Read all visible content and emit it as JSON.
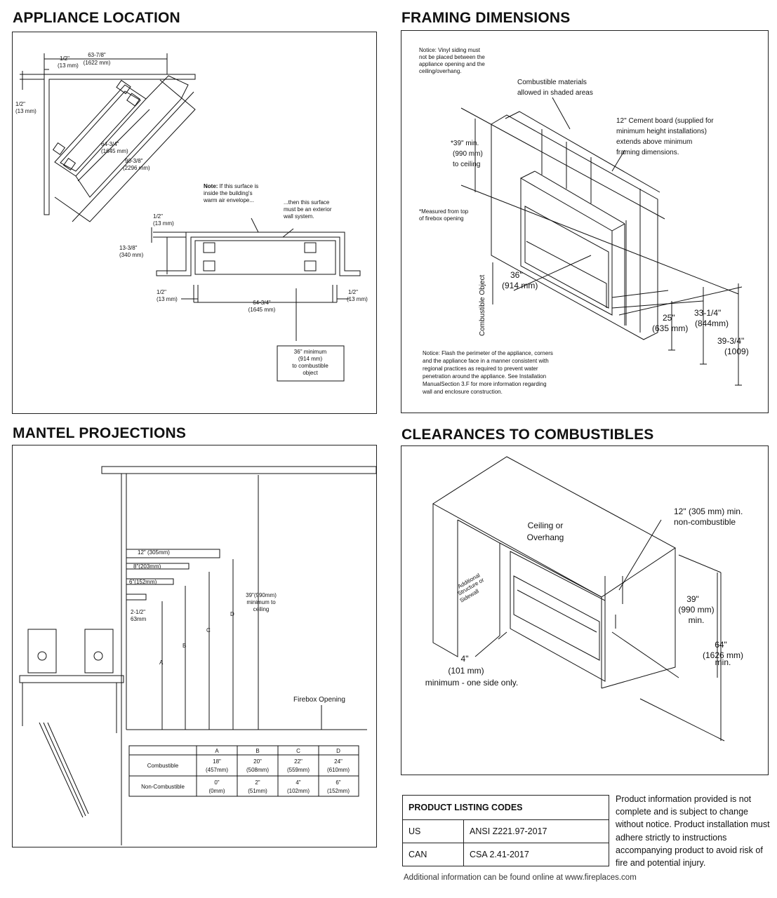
{
  "sections": {
    "appliance_location": "APPLIANCE LOCATION",
    "framing_dimensions": "FRAMING DIMENSIONS",
    "mantel_projections": "MANTEL PROJECTIONS",
    "clearances": "CLEARANCES TO COMBUSTIBLES"
  },
  "appliance": {
    "d_63": "63-7/8\"",
    "d_63_mm": "(1622 mm)",
    "d_half_top": "1/2\"",
    "d_half_top_mm": "(13 mm)",
    "d_half_left": "1/2\"",
    "d_half_left_mm": "(13 mm)",
    "d_64": "64-3/4\"",
    "d_64_mm": "(1645 mm)",
    "d_90": "90-3/8\"",
    "d_90_mm": "(2296 mm)",
    "note_bold": "Note:",
    "note_l1": " If this surface is",
    "note_l2": "inside the building's",
    "note_l3": "warm air envelope...",
    "then_l1": "...then this surface",
    "then_l2": "must be an exterior",
    "then_l3": "wall system.",
    "d_half_a": "1/2\"",
    "d_half_a_mm": "(13 mm)",
    "d_13": "13-3/8\"",
    "d_13_mm": "(340 mm)",
    "d_half_b": "1/2\"",
    "d_half_b_mm": "(13 mm)",
    "d_64b": "64-3/4\"",
    "d_64b_mm": "(1645 mm)",
    "d_half_c": "1/2\"",
    "d_half_c_mm": "(13 mm)",
    "box_l1": "36\" minimum",
    "box_l2": "(914 mm)",
    "box_l3": "to combustible",
    "box_l4": "object"
  },
  "framing": {
    "vinyl_l1": "Notice: Vinyl siding must",
    "vinyl_l2": "not be placed between the",
    "vinyl_l3": "appliance opening and the",
    "vinyl_l4": "ceiling/overhang.",
    "comb_l1": "Combustible materials",
    "comb_l2": "allowed in shaded areas",
    "cement_l1": "12\" Cement board (supplied for",
    "cement_l2": "minimum height installations)",
    "cement_l3": "extends above minimum",
    "cement_l4": "framing dimensions.",
    "min39_l1": "*39\" min.",
    "min39_l2": "(990 mm)",
    "min39_l3": "to ceiling",
    "meas_l1": "*Measured from top",
    "meas_l2": "of firebox opening",
    "comb_object": "Combustible Object",
    "d36": "36\"",
    "d36_mm": "(914 mm)",
    "d25": "25\"",
    "d25_mm": "(635 mm)",
    "d33": "33-1/4\"",
    "d33_mm": "(844mm)",
    "d39": "39-3/4\"",
    "d39_mm": "(1009)",
    "flash_l1": "Notice: Flash the perimeter of the appliance, corners",
    "flash_l2": "and the appliance face in a manner consistent with",
    "flash_l3": "regional practices as required to prevent water",
    "flash_l4": "penetration around the appliance. See Installation",
    "flash_l5": "ManualSection 3.F  for more information regarding",
    "flash_l6": "wall and enclosure construction."
  },
  "mantel": {
    "p12": "12\" (305mm)",
    "p8": "8\"(203mm)",
    "p6": "6\"(152mm)",
    "p2a": "2-1/2\"",
    "p2b": "63mm",
    "lA": "A",
    "lB": "B",
    "lC": "C",
    "lD": "D",
    "min_l1": "39\"(990mm)",
    "min_l2": "minimum to",
    "min_l3": "ceiling",
    "firebox": "Firebox Opening",
    "table": {
      "headers": [
        "A",
        "B",
        "C",
        "D"
      ],
      "rows": [
        {
          "label": "Combustible",
          "cells": [
            [
              "18\"",
              "(457mm)"
            ],
            [
              "20\"",
              "(508mm)"
            ],
            [
              "22\"",
              "(559mm)"
            ],
            [
              "24\"",
              "(610mm)"
            ]
          ]
        },
        {
          "label": "Non-Combustible",
          "cells": [
            [
              "0\"",
              "(0mm)"
            ],
            [
              "2\"",
              "(51mm)"
            ],
            [
              "4\"",
              "(102mm)"
            ],
            [
              "6\"",
              "(152mm)"
            ]
          ]
        }
      ]
    }
  },
  "clearances": {
    "ceiling_l1": "Ceiling or",
    "ceiling_l2": "Overhang",
    "d12_l1": "12\" (305 mm) min.",
    "d12_l2": "non-combustible",
    "add_l1": "Additional",
    "add_l2": "Structure or",
    "add_l3": "Sidewall",
    "d39_l1": "39\"",
    "d39_l2": "(990 mm)",
    "d39_l3": "min.",
    "d64_l1": "64\"",
    "d64_l2": "(1626 mm)",
    "d64_l3": "min.",
    "d4_l1": "4\"",
    "d4_l2": "(101 mm)",
    "d4_l3": "minimum - one side only."
  },
  "listing": {
    "header": "PRODUCT LISTING CODES",
    "rows": [
      {
        "country": "US",
        "code": "ANSI Z221.97-2017"
      },
      {
        "country": "CAN",
        "code": "CSA 2.41-2017"
      }
    ]
  },
  "note": "Product information provided is not complete and is subject to change without notice. Product installation must adhere strictly to instructions accompanying product to avoid risk of fire and potential injury.",
  "footer": "Additional information can be found online at www.fireplaces.com"
}
